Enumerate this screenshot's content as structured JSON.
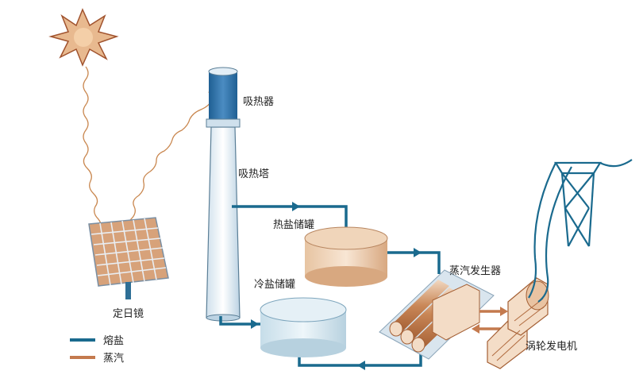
{
  "labels": {
    "receiver": "吸热器",
    "tower": "吸热塔",
    "hot_tank": "热盐储罐",
    "cold_tank": "冷盐储罐",
    "steam_generator": "蒸汽发生器",
    "heliostat": "定日镜",
    "turbine_generator": "涡轮发电机"
  },
  "legend": [
    {
      "label": "熔盐",
      "color": "#1a6a8e"
    },
    {
      "label": "蒸汽",
      "color": "#c47a4e"
    }
  ],
  "colors": {
    "molten_salt": "#1a6a8e",
    "steam": "#c47a4e"
  }
}
